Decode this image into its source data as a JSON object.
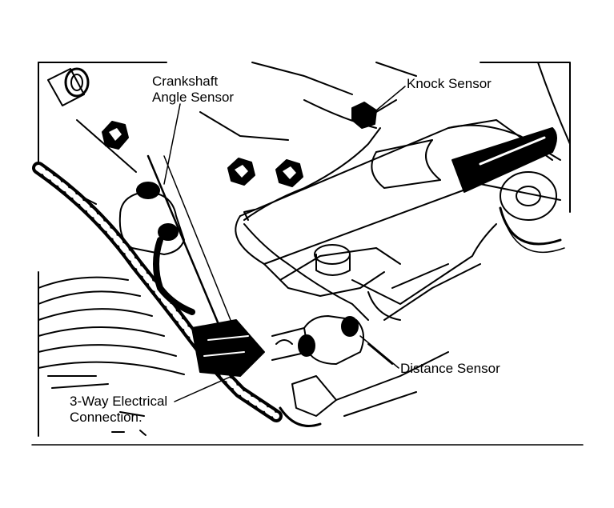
{
  "callouts": {
    "crankshaft_angle_sensor": [
      "Crankshaft",
      "Angle Sensor"
    ],
    "knock_sensor": "Knock Sensor",
    "distance_sensor": "Distance Sensor",
    "three_way_connection": [
      "3-Way Electrical",
      "Connection."
    ]
  },
  "colors": {
    "ink": "#000000",
    "paper": "#ffffff"
  }
}
